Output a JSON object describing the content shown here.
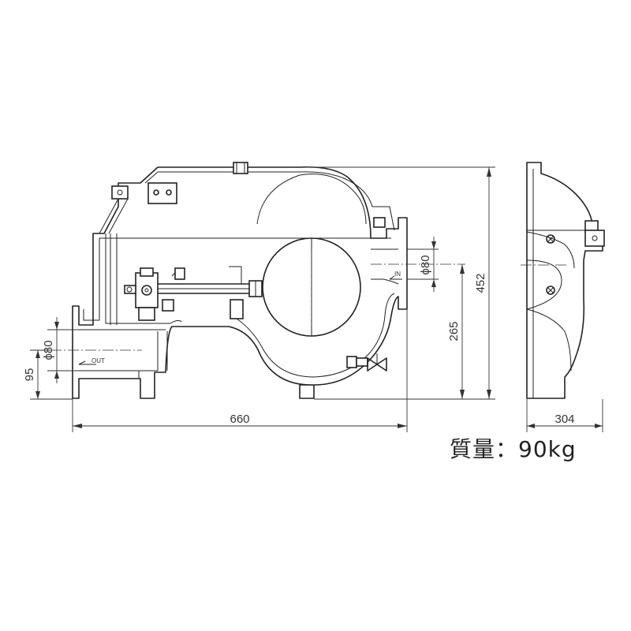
{
  "dimensions": {
    "overall_width": "660",
    "overall_height": "452",
    "inlet_height": "265",
    "outlet_height": "95",
    "inlet_diameter": "ϕ80",
    "outlet_diameter": "ϕ80",
    "side_depth": "304"
  },
  "labels": {
    "inlet": "IN",
    "outlet": "OUT"
  },
  "mass": "質量：90kg"
}
